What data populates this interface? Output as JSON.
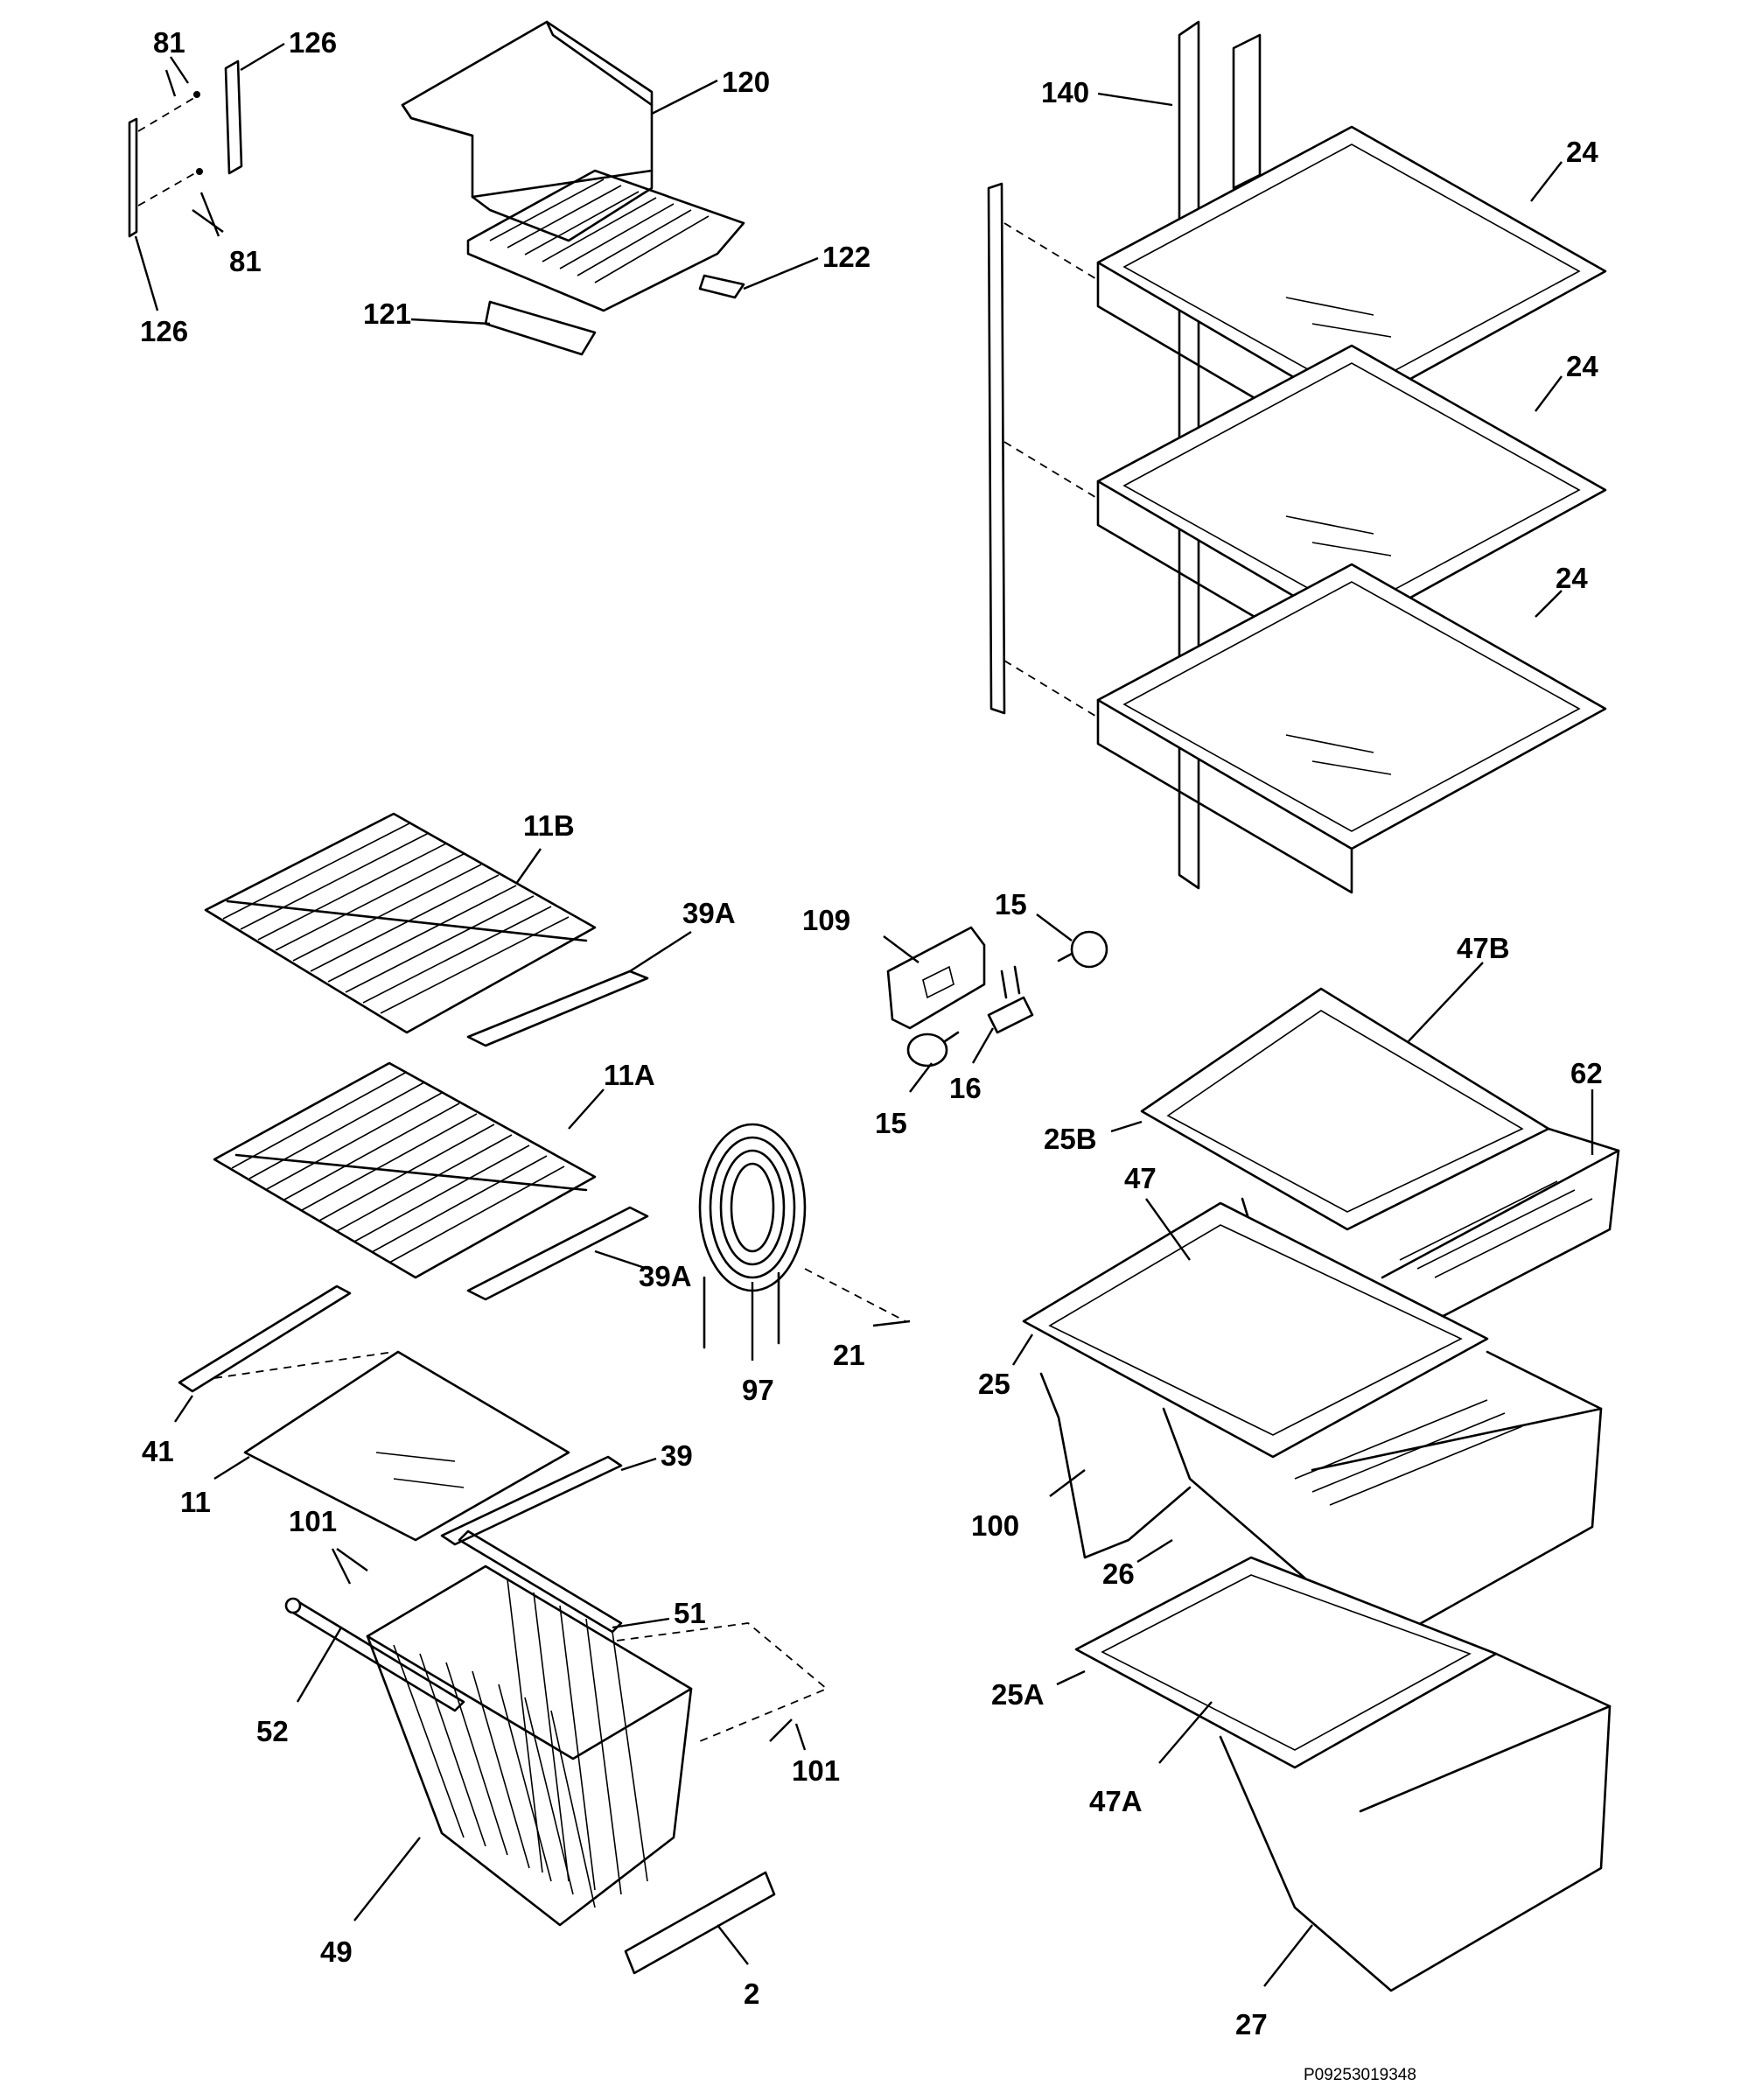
{
  "callouts": {
    "c81a": "81",
    "c81b": "81",
    "c126a": "126",
    "c126b": "126",
    "c120": "120",
    "c121": "121",
    "c122": "122",
    "c140": "140",
    "c24a": "24",
    "c24b": "24",
    "c24c": "24",
    "c11B": "11B",
    "c39Aa": "39A",
    "c11A": "11A",
    "c39Ab": "39A",
    "c109": "109",
    "c15a": "15",
    "c15b": "15",
    "c16": "16",
    "c97": "97",
    "c21": "21",
    "c41": "41",
    "c11": "11",
    "c39": "39",
    "c101a": "101",
    "c101b": "101",
    "c51": "51",
    "c52": "52",
    "c49": "49",
    "c2": "2",
    "c47B": "47B",
    "c62": "62",
    "c25B": "25B",
    "c47": "47",
    "c25": "25",
    "c100": "100",
    "c26": "26",
    "c25A": "25A",
    "c47A": "47A",
    "c27": "27"
  },
  "footer": {
    "drawing_number": "P09253019348"
  }
}
